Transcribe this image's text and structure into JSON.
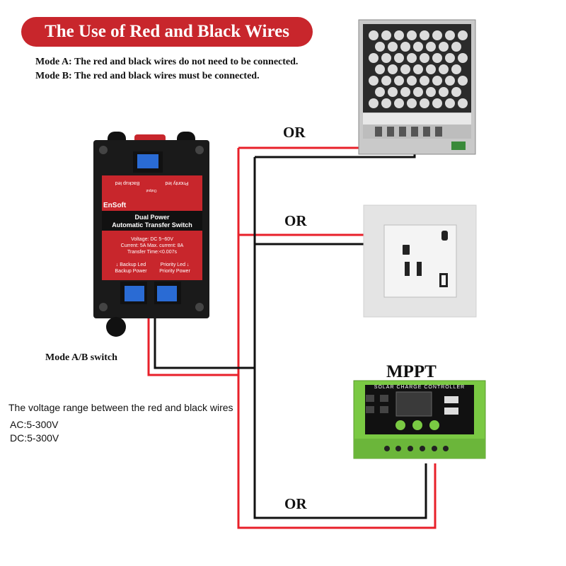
{
  "title": "The Use of Red and Black Wires",
  "modes": {
    "a": "Mode A: The red and black wires do not need to be connected.",
    "b": "Mode B: The red and black wires must be connected."
  },
  "or_labels": [
    "OR",
    "OR",
    "OR"
  ],
  "mppt_label": "MPPT",
  "switch_label": "Mode A/B switch",
  "voltage": {
    "heading": "The voltage range between the red and black wires",
    "ac": "AC:5-300V",
    "dc": "DC:5-300V"
  },
  "device": {
    "brand": "EnSoft",
    "name_line1": "Dual Power",
    "name_line2": "Automatic Transfer Switch",
    "spec1": "Voltage: DC 5~60V",
    "spec2": "Current: 5A  Max. current: 8A",
    "spec3": "Transfer Time:<0.007s",
    "backup_led": "↓ Backup Led",
    "backup_power": "Backup Power",
    "priority_led": "Priority Led ↓",
    "priority_power": "Priority Power",
    "top_backup": "Backup led",
    "top_priority": "Priority led",
    "top_output": "Output"
  },
  "controller": {
    "header": "SOLAR CHARGE CONTROLLER"
  },
  "colors": {
    "banner": "#c8262c",
    "red_wire": "#e8202a",
    "black_wire": "#111111",
    "device_red": "#c8262c",
    "controller_green": "#7ac943"
  }
}
